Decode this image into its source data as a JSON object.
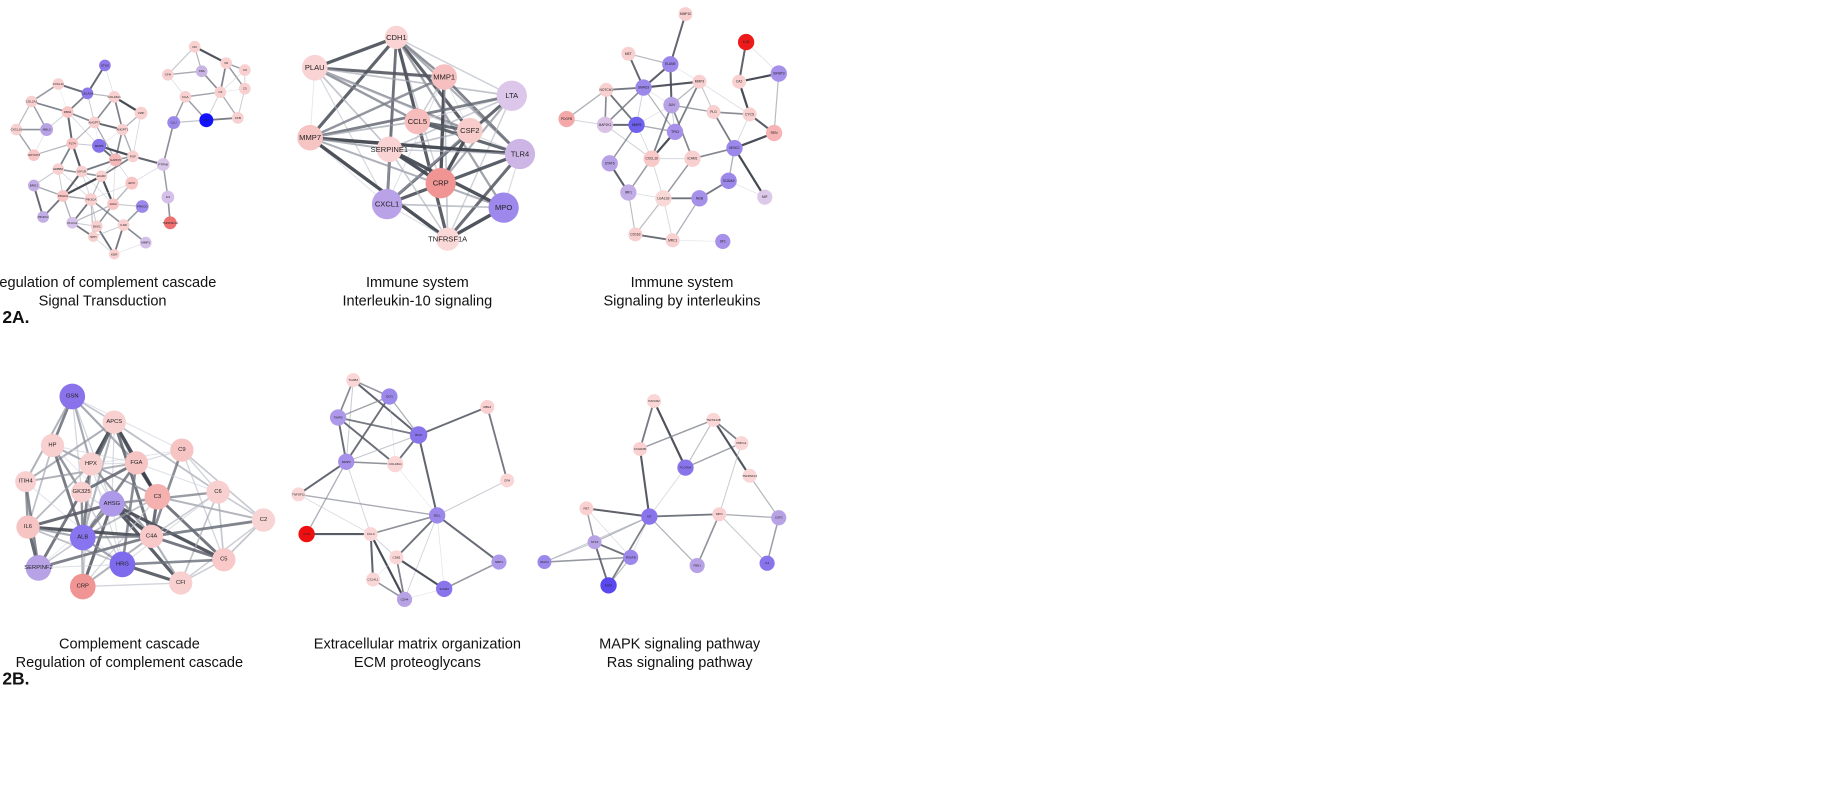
{
  "panels": {
    "a": "2A.",
    "b": "2B."
  },
  "networks": [
    {
      "id": "a1",
      "caption": [
        "Regulation of complement cascade",
        "Signal Transduction"
      ],
      "nodes": [
        {
          "label": "CFI",
          "color": "#f9d0d0"
        },
        {
          "label": "C8",
          "color": "#f9d0d0"
        },
        {
          "label": "C8A",
          "color": "#c9b3e3"
        },
        {
          "label": "CFH",
          "color": "#f9d0d0"
        },
        {
          "label": "C6",
          "color": "#f9d0d0"
        },
        {
          "label": "FGA",
          "color": "#f9d0d0"
        },
        {
          "label": "C4A",
          "color": "#1212ff"
        },
        {
          "label": "CLU",
          "color": "#9c88ea"
        },
        {
          "label": "VWF",
          "color": "#f9d0d0"
        },
        {
          "label": "CTSG",
          "color": "#8f78ea"
        },
        {
          "label": "CXCL11",
          "color": "#f9d0d0"
        },
        {
          "label": "CELA2A",
          "color": "#8f78ea"
        },
        {
          "label": "COL18A1",
          "color": "#f9d0d0"
        },
        {
          "label": "COL2A1",
          "color": "#f9d0d0"
        },
        {
          "label": "FBN1",
          "color": "#f9c4c4"
        },
        {
          "label": "ANGPT2",
          "color": "#f9d0d0"
        },
        {
          "label": "ANGPT1",
          "color": "#f9d0d0"
        },
        {
          "label": "CXCL16",
          "color": "#f9d0d0"
        },
        {
          "label": "MBL2",
          "color": "#b8a2e6"
        },
        {
          "label": "FLT4",
          "color": "#f9c4c4"
        },
        {
          "label": "MMP9",
          "color": "#8572ea"
        },
        {
          "label": "GAPDH",
          "color": "#f5b8b8"
        },
        {
          "label": "PGF",
          "color": "#f9d0d0"
        },
        {
          "label": "NOTCH3",
          "color": "#f9c4c4"
        },
        {
          "label": "ERBB2",
          "color": "#f9d0d0"
        },
        {
          "label": "IGF1R",
          "color": "#f9d0d0"
        },
        {
          "label": "EGFR",
          "color": "#f9d0d0"
        },
        {
          "label": "EPO",
          "color": "#f9c4c4"
        },
        {
          "label": "PTPN6",
          "color": "#d9c5e8"
        },
        {
          "label": "BRG1",
          "color": "#c3ade6"
        },
        {
          "label": "PDGFA",
          "color": "#f9c4c4"
        },
        {
          "label": "PIK3CA",
          "color": "#f9d0d0"
        },
        {
          "label": "JAK2",
          "color": "#f9c4c4"
        },
        {
          "label": "PRKCD",
          "color": "#9c88ea"
        },
        {
          "label": "IL3",
          "color": "#d4c0e8"
        },
        {
          "label": "PIK3CG",
          "color": "#c3ade6"
        },
        {
          "label": "PLCG1",
          "color": "#d4c0e8"
        },
        {
          "label": "DKK1",
          "color": "#f9d0d0"
        },
        {
          "label": "IL6R",
          "color": "#f9d0d0"
        },
        {
          "label": "TNFRSF1A",
          "color": "#ef7070"
        },
        {
          "label": "MMP1",
          "color": "#d4c0e8"
        },
        {
          "label": "KDR",
          "color": "#f9d0d0"
        },
        {
          "label": "SHH",
          "color": "#f9d0d0"
        },
        {
          "label": "C9",
          "color": "#f9d0d0"
        },
        {
          "label": "C5",
          "color": "#f9d0d0"
        },
        {
          "label": "CFB",
          "color": "#f9d0d0"
        }
      ]
    },
    {
      "id": "a2",
      "caption": [
        "Immune system",
        "Interleukin-10 signaling"
      ],
      "nodes": [
        {
          "label": "CDH1",
          "color": "#fad4d4"
        },
        {
          "label": "PLAU",
          "color": "#fad4d4"
        },
        {
          "label": "MMP1",
          "color": "#f7c0c0"
        },
        {
          "label": "LTA",
          "color": "#dcc6ea"
        },
        {
          "label": "CCL5",
          "color": "#f7bcbc"
        },
        {
          "label": "CSF2",
          "color": "#f9cccc"
        },
        {
          "label": "MMP7",
          "color": "#f7c4c4"
        },
        {
          "label": "TLR4",
          "color": "#cdb6e6"
        },
        {
          "label": "SERPINE1",
          "color": "#fad4d4"
        },
        {
          "label": "CRP",
          "color": "#f09494"
        },
        {
          "label": "CXCL1",
          "color": "#b9a2e8"
        },
        {
          "label": "MPO",
          "color": "#9e88ec"
        },
        {
          "label": "TNFRSF1A",
          "color": "#fad8d8"
        }
      ]
    },
    {
      "id": "a3",
      "caption": [
        "Immune system",
        "Signaling by interleukins"
      ],
      "nodes": [
        {
          "label": "MMP10",
          "color": "#f9d0d0"
        },
        {
          "label": "IL1B",
          "color": "#ee1a1a"
        },
        {
          "label": "MET",
          "color": "#f9d0d0"
        },
        {
          "label": "ELANE",
          "color": "#9c88ea"
        },
        {
          "label": "MMP3",
          "color": "#f9d0d0"
        },
        {
          "label": "NOTCH1",
          "color": "#f9d0d0"
        },
        {
          "label": "SMAD3",
          "color": "#9c88ea"
        },
        {
          "label": "JUN",
          "color": "#b8a2e6"
        },
        {
          "label": "PDGFB",
          "color": "#f5a8a8"
        },
        {
          "label": "MAP2K1",
          "color": "#d9c2e6"
        },
        {
          "label": "MMP8",
          "color": "#7060ee"
        },
        {
          "label": "TP53",
          "color": "#a690ea"
        },
        {
          "label": "STAT6",
          "color": "#b8a2e6"
        },
        {
          "label": "CXCL10",
          "color": "#f9c8c8"
        },
        {
          "label": "ICAM1",
          "color": "#f9d0d0"
        },
        {
          "label": "IRF1",
          "color": "#c3ade6"
        },
        {
          "label": "LGALS3",
          "color": "#f9d8d8"
        },
        {
          "label": "CA2",
          "color": "#f9d0d0"
        },
        {
          "label": "IGFBP3",
          "color": "#a690ea"
        },
        {
          "label": "PLG",
          "color": "#f9d0d0"
        },
        {
          "label": "CYCS",
          "color": "#f9d0d0"
        },
        {
          "label": "REN",
          "color": "#f7b4b4"
        },
        {
          "label": "NR3C1",
          "color": "#9c88ea"
        },
        {
          "label": "S100A9",
          "color": "#9c88ea"
        },
        {
          "label": "MIF",
          "color": "#dcc8e8"
        },
        {
          "label": "NGB",
          "color": "#a690ea"
        },
        {
          "label": "CD163",
          "color": "#f9d0d0"
        },
        {
          "label": "MRC1",
          "color": "#f9d0d0"
        },
        {
          "label": "SF1",
          "color": "#a690ea"
        }
      ]
    },
    {
      "id": "b1",
      "caption": [
        "Complement cascade",
        "Regulation of complement cascade"
      ],
      "nodes": [
        {
          "label": "GSN",
          "color": "#8a72ea"
        },
        {
          "label": "APCS",
          "color": "#f9d0d0"
        },
        {
          "label": "C9",
          "color": "#f7c4c4"
        },
        {
          "label": "HP",
          "color": "#f9d0d0"
        },
        {
          "label": "HPX",
          "color": "#f9d0d0"
        },
        {
          "label": "FGA",
          "color": "#f7c4c4"
        },
        {
          "label": "ITIH4",
          "color": "#f9d0d0"
        },
        {
          "label": "GK325",
          "color": "#f9d0d0"
        },
        {
          "label": "AHSG",
          "color": "#ad98ea"
        },
        {
          "label": "C3",
          "color": "#f5b0b0"
        },
        {
          "label": "C6",
          "color": "#f9d0d0"
        },
        {
          "label": "C2",
          "color": "#f9d4d4"
        },
        {
          "label": "IL6",
          "color": "#f7c4c4"
        },
        {
          "label": "C4A",
          "color": "#f9c8c8"
        },
        {
          "label": "ALB",
          "color": "#8874ee"
        },
        {
          "label": "HRG",
          "color": "#7e6aec"
        },
        {
          "label": "C5",
          "color": "#f9c8c8"
        },
        {
          "label": "SERPINF2",
          "color": "#b8a2e6"
        },
        {
          "label": "CRP",
          "color": "#f09494"
        },
        {
          "label": "CFI",
          "color": "#f9d0d0"
        }
      ]
    },
    {
      "id": "b2",
      "caption": [
        "Extracellular matrix organization",
        "ECM proteoglycans"
      ],
      "nodes": [
        {
          "label": "TGFB3",
          "color": "#fad6d6"
        },
        {
          "label": "DCN",
          "color": "#9c88ea"
        },
        {
          "label": "TIMP2",
          "color": "#ad98ea"
        },
        {
          "label": "BGN",
          "color": "#8a74ec"
        },
        {
          "label": "MMP2",
          "color": "#a690ea"
        },
        {
          "label": "COL18A1",
          "color": "#fad6d6"
        },
        {
          "label": "TNFSF11",
          "color": "#fad6d6"
        },
        {
          "label": "SELL",
          "color": "#9c88ea"
        },
        {
          "label": "IL1B",
          "color": "#ee1010"
        },
        {
          "label": "MBL2",
          "color": "#fad0d0"
        },
        {
          "label": "CFH",
          "color": "#fad6d6"
        },
        {
          "label": "CCL3",
          "color": "#fad6d6"
        },
        {
          "label": "CD83",
          "color": "#fad6d6"
        },
        {
          "label": "NRP1",
          "color": "#ad98ea"
        },
        {
          "label": "CCL4L1",
          "color": "#fad6d6"
        },
        {
          "label": "CD44",
          "color": "#b8a2e6"
        },
        {
          "label": "ICAM3",
          "color": "#8a74ec"
        }
      ]
    },
    {
      "id": "b3",
      "caption": [
        "MAPK signaling pathway",
        "Ras signaling pathway"
      ],
      "nodes": [
        {
          "label": "HAVCR2",
          "color": "#fad6d6"
        },
        {
          "label": "FCGR2B",
          "color": "#fad0d0"
        },
        {
          "label": "RET",
          "color": "#fad0d0"
        },
        {
          "label": "KIT",
          "color": "#8a74ec"
        },
        {
          "label": "FCGR3A",
          "color": "#8a74ec"
        },
        {
          "label": "TNFSF13B",
          "color": "#fad6d6"
        },
        {
          "label": "PRKG1",
          "color": "#fad6d6"
        },
        {
          "label": "TNFRSF13",
          "color": "#fad6d6"
        },
        {
          "label": "MPO",
          "color": "#fad0d0"
        },
        {
          "label": "CSF2",
          "color": "#b8a2e6"
        },
        {
          "label": "NTF3",
          "color": "#b8a2e6"
        },
        {
          "label": "PDGFB",
          "color": "#9c88ea"
        },
        {
          "label": "IRAK4",
          "color": "#9c88ea"
        },
        {
          "label": "FBN1",
          "color": "#b8a2e6"
        },
        {
          "label": "IL4",
          "color": "#8a74ec"
        },
        {
          "label": "FGF2",
          "color": "#5a48ee"
        }
      ]
    }
  ]
}
